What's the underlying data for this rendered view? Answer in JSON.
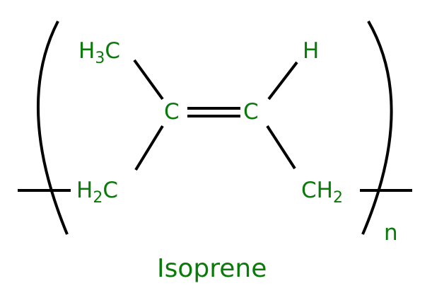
{
  "diagram": {
    "title": "Isoprene",
    "colors": {
      "atom_label": "#0a7a0a",
      "bond": "#000000",
      "background": "#ffffff"
    },
    "atoms": {
      "methyl": {
        "main": "H",
        "sub": "3",
        "tail": "C"
      },
      "c1": "C",
      "c2": "C",
      "h": "H",
      "left_ch2": {
        "main": "H",
        "sub": "2",
        "tail": "C"
      },
      "right_ch2": {
        "main": "CH",
        "sub": "2"
      }
    },
    "repeat_subscript": "n",
    "bonds": [
      {
        "from": "H3C",
        "to": "C1",
        "order": 1
      },
      {
        "from": "C1",
        "to": "C2",
        "order": 2
      },
      {
        "from": "C2",
        "to": "H",
        "order": 1
      },
      {
        "from": "C1",
        "to": "H2C",
        "order": 1
      },
      {
        "from": "C2",
        "to": "CH2",
        "order": 1
      }
    ]
  }
}
